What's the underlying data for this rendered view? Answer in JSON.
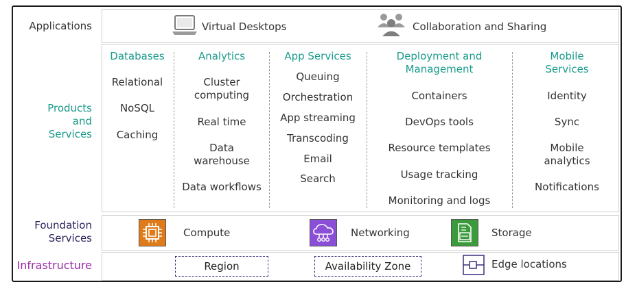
{
  "rows": {
    "applications": "Applications",
    "products_services": [
      "Products",
      "and",
      "Services"
    ],
    "foundation_services": [
      "Foundation",
      "Services"
    ],
    "infrastructure": "Infrastructure"
  },
  "applications": {
    "virtual_desktops": "Virtual Desktops",
    "collaboration": "Collaboration and Sharing"
  },
  "products": {
    "databases": {
      "heading": "Databases",
      "items": [
        "Relational",
        "NoSQL",
        "Caching"
      ]
    },
    "analytics": {
      "heading": "Analytics",
      "items": [
        "Cluster",
        "computing",
        "Real time",
        "Data",
        "warehouse",
        "Data workflows"
      ]
    },
    "app_services": {
      "heading": "App Services",
      "items": [
        "Queuing",
        "Orchestration",
        "App streaming",
        "Transcoding",
        "Email",
        "Search"
      ]
    },
    "deployment": {
      "heading": [
        "Deployment and",
        "Management"
      ],
      "items": [
        "Containers",
        "DevOps tools",
        "Resource templates",
        "Usage tracking",
        "Monitoring and logs"
      ]
    },
    "mobile": {
      "heading": [
        "Mobile",
        "Services"
      ],
      "items": [
        "Identity",
        "Sync",
        "Mobile",
        "analytics",
        "Notifications"
      ]
    }
  },
  "foundation": {
    "compute": "Compute",
    "networking": "Networking",
    "storage": "Storage"
  },
  "infrastructure": {
    "region": "Region",
    "availability_zone": "Availability Zone",
    "edge_locations": "Edge locations"
  },
  "colors": {
    "teal": "#1a9a8a",
    "navy": "#2a1f5c",
    "purple": "#9b2aa8",
    "compute": "#e07b1a",
    "networking": "#8a4fd6",
    "storage": "#3b9a3b"
  }
}
